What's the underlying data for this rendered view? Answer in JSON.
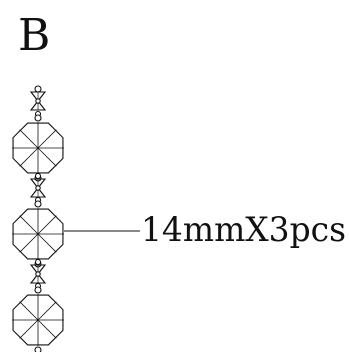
{
  "diagram": {
    "variant_label": "B",
    "dimension_label": "14mmX3pcs",
    "line_color": "#111111",
    "background": "#ffffff",
    "components": {
      "octagon_beads": 3,
      "bowtie_connectors": 3
    }
  }
}
